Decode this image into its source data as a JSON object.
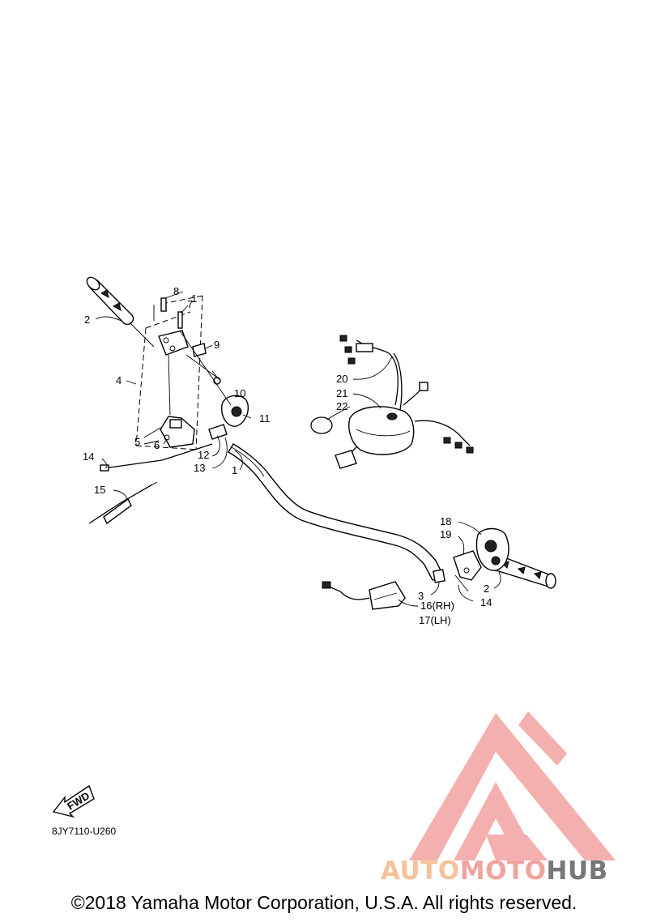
{
  "callouts": {
    "c1a": "1",
    "c1b": "1",
    "c2a": "2",
    "c2b": "2",
    "c3": "3",
    "c4": "4",
    "c5": "5",
    "c6": "6",
    "c7": "7",
    "c8": "8",
    "c9": "9",
    "c10": "10",
    "c11": "11",
    "c12": "12",
    "c13": "13",
    "c14a": "14",
    "c14b": "14",
    "c15": "15",
    "c16": "16(RH)",
    "c17": "17(LH)",
    "c18": "18",
    "c19": "19",
    "c20": "20",
    "c21": "21",
    "c22": "22"
  },
  "fwd_label": "FWD",
  "diagram_code": "8JY7110-U260",
  "watermark": {
    "part1": "AUTO",
    "part2": "MOTO",
    "part3": "HUB"
  },
  "copyright": "©2018 Yamaha Motor Corporation, U.S.A. All rights reserved.",
  "colors": {
    "logo_red": "#f1a3a0",
    "logo_orange": "#f6c29b",
    "logo_gray": "#777777"
  }
}
